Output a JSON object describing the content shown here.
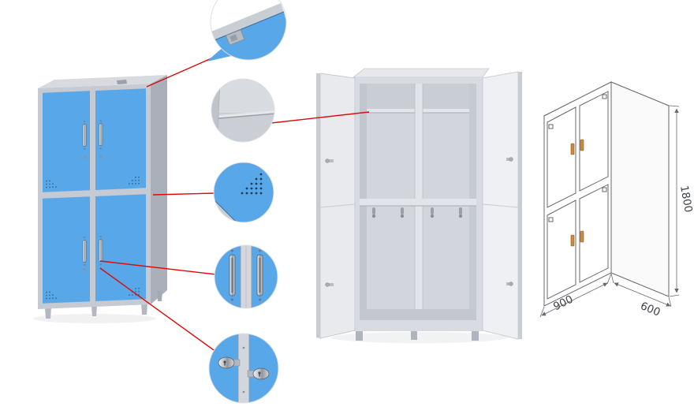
{
  "image": {
    "description": "Product detail montage of a blue four-door steel locker cabinet",
    "background": "#ffffff"
  },
  "colors": {
    "door_blue": "#58a7e8",
    "frame_gray": "#c6cad2",
    "side_gray": "#aab0b9",
    "interior_gray": "#d2d5db",
    "callout_red": "#dd0a0a",
    "sketch_line": "#66696e",
    "handle_orange": "#cd8a3f"
  },
  "views": [
    {
      "id": "closed",
      "name": "closed cabinet front view"
    },
    {
      "id": "open",
      "name": "open cabinet interior view"
    },
    {
      "id": "sketch",
      "name": "dimension line drawing"
    }
  ],
  "callouts": [
    {
      "id": 1,
      "name": "top corner latch detail"
    },
    {
      "id": 2,
      "name": "interior shelf detail"
    },
    {
      "id": 3,
      "name": "ventilation holes detail"
    },
    {
      "id": 4,
      "name": "door handle detail"
    },
    {
      "id": 5,
      "name": "cam lock detail"
    }
  ],
  "dimensions": {
    "height": "1800",
    "width": "900",
    "depth": "600"
  }
}
